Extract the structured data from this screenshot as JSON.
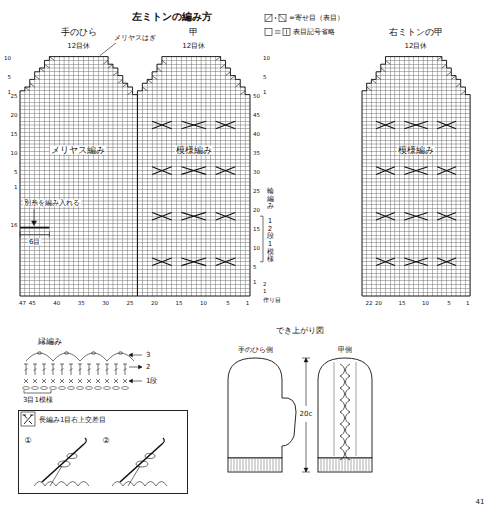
{
  "diagram": {
    "title": "左ミトンの編み方",
    "nodes": [
      {
        "text": [
          "手のひら",
          "12目休",
          "メリヤスはぎ",
          "甲",
          "12目休",
          "メリヤス編み",
          "模様編み",
          "別糸を編み入れる",
          "6目"
        ]
      },
      {
        "text": [
          "右ミトンの甲",
          "12目休",
          "模様編み"
        ]
      },
      {
        "text": [
          "長編み1目右上交差目",
          "①",
          "②"
        ]
      },
      {
        "text": [
          "手のひら側"
        ]
      },
      {
        "text": [
          "甲側"
        ]
      }
    ],
    "labels": [
      "10",
      "5",
      "1",
      "25",
      "20",
      "15",
      "10",
      "5",
      "1",
      "16",
      "10",
      "5",
      "1",
      "50",
      "45",
      "40",
      "35",
      "30",
      "25",
      "20",
      "15",
      "10",
      "5",
      "1",
      "2",
      "1",
      "作り目",
      "輪編み",
      "12段1模様",
      "47",
      "45",
      "40",
      "35",
      "30",
      "25",
      "20",
      "15",
      "10",
      "5",
      "1",
      "22",
      "20",
      "15",
      "10",
      "5",
      "1",
      "縁編み",
      "3",
      "2",
      "1段",
      "3目1模様",
      "でき上がり図",
      "20c",
      "41"
    ],
    "legend": [
      {
        "text": "=寄せ目（表目）"
      },
      {
        "text": "表目記号省略"
      }
    ]
  }
}
